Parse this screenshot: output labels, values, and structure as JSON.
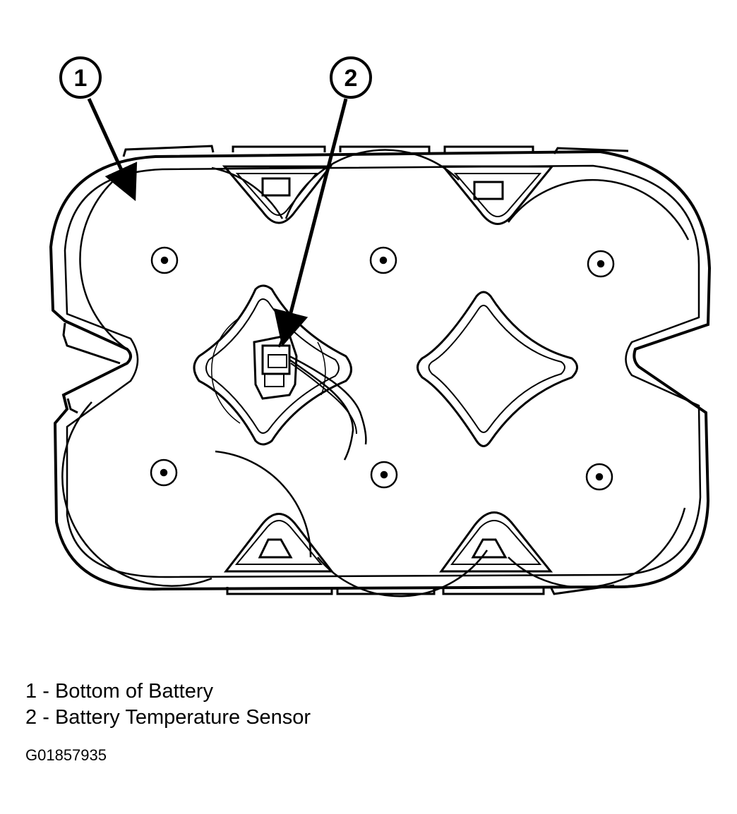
{
  "callouts": [
    {
      "number": "1"
    },
    {
      "number": "2"
    }
  ],
  "legend": [
    {
      "number": "1",
      "separator": "-",
      "text": "Bottom of Battery"
    },
    {
      "number": "2",
      "separator": "-",
      "text": "Battery Temperature Sensor"
    }
  ],
  "figure_id": "G01857935"
}
